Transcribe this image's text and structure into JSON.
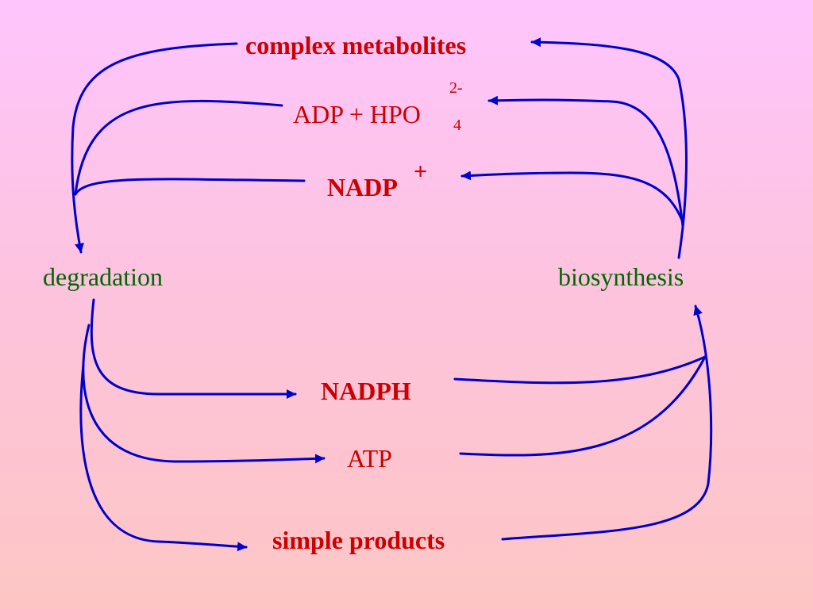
{
  "labels": {
    "complex_metabolites": "complex metabolites",
    "adp_main": "ADP + HPO",
    "adp_sup": "2-",
    "adp_sub": "4",
    "nadp_main": "NADP",
    "nadp_sup": "+",
    "degradation": "degradation",
    "biosynthesis": "biosynthesis",
    "nadph": "NADPH",
    "atp": "ATP",
    "simple_products": "simple products"
  },
  "colors": {
    "arrow": "#0000cc",
    "metabolite_text": "#cc0000",
    "process_text": "#006600"
  }
}
